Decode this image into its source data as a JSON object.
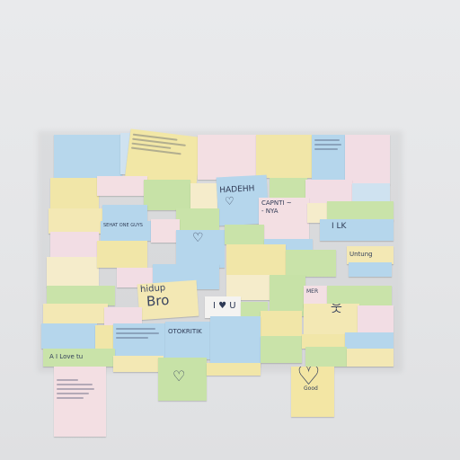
{
  "scene": {
    "wall_color": "#e6e7e9",
    "note_colors": {
      "blue": "#b5d6ec",
      "yellow": "#f1e6a8",
      "green": "#c9e3a9",
      "pink": "#f3dde2",
      "cream": "#f5eccb",
      "white": "#f1efee"
    }
  },
  "notes": {
    "hadehh": "HADEHH",
    "capnti": "CAPNTI ~\n- NYA",
    "sehat": "SEHAT ONE GUYS",
    "ilk": "I LK",
    "untung": "Untung",
    "bro": "Bro",
    "hidup": "hidup",
    "mer": "MER",
    "i_love_u": "I ♥ U",
    "otokritik": "OTOKRITIK",
    "a_i_love_tu": "A I Love tu",
    "good": "Good"
  }
}
